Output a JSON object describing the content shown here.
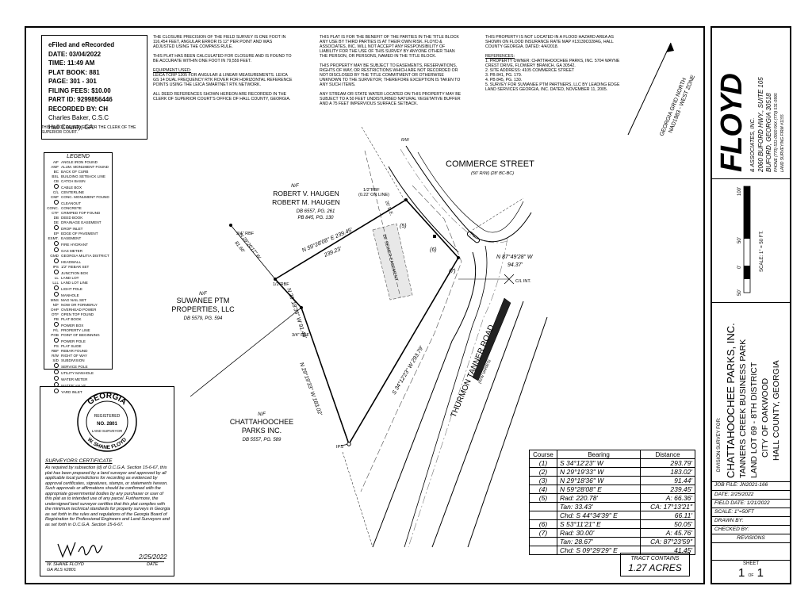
{
  "record_block": {
    "lines": [
      "eFiled and eRecorded",
      "DATE: 03/04/2022",
      "TIME: 11:49 AM",
      "PLAT BOOK: 881",
      "PAGE: 301 - 301",
      "FILING FEES: $10.00",
      "PART ID: 9299856446",
      "RECORDED BY: CH",
      "Charles Baker, C.S.C",
      "Hall County, GA"
    ],
    "clerk_note": "THIS BLOCK RESERVED FOR THE CLERK OF THE SUPERIOR COURT."
  },
  "notes": {
    "col1": [
      "THE CLOSURE PRECISION OF THE FIELD SURVEY IS ONE FOOT IN 116,454 FEET, ANGULAR ERROR IS 12\" PER POINT AND WAS ADJUSTED USING THE COMPASS RULE.",
      "THIS PLAT HAS BEEN CALCULATED FOR CLOSURE AND IS FOUND TO BE ACCURATE WITHIN ONE FOOT IN 79,559 FEET.",
      "EQUIPMENT USED:",
      "LEICA TCRP 1205 FOR ANGULAR & LINEAR MEASUREMENTS. LEICA GS 14 DUAL FREQUENCY RTK ROVER FOR HORIZONTAL REFERENCE POINTS USING THE LEICA SMARTNET RTK NETWORK.",
      "ALL DEED REFERENCES SHOWN HEREON ARE RECORDED IN THE CLERK OF SUPERIOR COURT'S OFFICE OF HALL COUNTY, GEORGIA."
    ],
    "col2": [
      "THIS PLAT IS FOR THE BENEFIT OF THE PARTIES IN THE TITLE BLOCK ANY USE BY THIRD PARTIES IS AT THEIR OWN RISK. FLOYD & ASSOCIATES, INC. WILL NOT ACCEPT ANY RESPONSIBILITY OF LIABILITY FOR THE USE OF THIS SURVEY BY ANYONE OTHER THAN THE PERSON, OR PERSONS, NAMED IN THE TITLE BLOCK.",
      "THIS PROPERTY MAY BE SUBJECT TO EASEMENTS, RESERVATIONS, RIGHTS OF WAY, OR RESTRICTIONS WHICH ARE NOT RECORDED OR NOT DISCLOSED BY THE TITLE COMMITMENT OR OTHERWISE UNKNOWN TO THE SURVEYOR; THEREFORE EXCEPTION IS TAKEN TO ANY SUCH ITEMS.",
      "ANY STREAM OR STATE WATER LOCATED ON THIS PROPERTY MAY BE SUBJECT TO A 50 FEET UNDISTURBED NATURAL VEGETATIVE BUFFER AND A 75 FEET IMPERVIOUS SURFACE SETBACK."
    ],
    "col3": [
      "THIS PROPERTY IS NOT LOCATED IN A FLOOD HAZARD AREA AS SHOWN ON FLOOD INSURANCE RATE MAP #13139C0284G, HALL COUNTY GEORGIA. DATED: 4/4/2018.",
      "REFERENCES:",
      "1. PROPERTY OWNER: CHATTAHOOCHEE PARKS, INC. 5704 WAYNE CREST DRIVE, FLOWERY BRANCH, GA 30542.",
      "2. SITE ADDRESS: 4105 COMMERCE STREET",
      "3. PB 841, PG. 179.",
      "4. PB 845, PG. 130.",
      "5. SURVEY FOR SUWANEE PTM PARTNERS, LLC BY LEADING EDGE LAND SERVICES GEORGIA, INC. DATED, NOVEMBER 11, 2005."
    ]
  },
  "legend": {
    "title": "LEGEND",
    "items": [
      [
        "AIF",
        "ANGLE IRON FOUND"
      ],
      [
        "AMF",
        "ALUM. MONUMENT FOUND"
      ],
      [
        "BC",
        "BACK OF CURB"
      ],
      [
        "BSL",
        "BUILDING SETBACK LINE"
      ],
      [
        "CB",
        "CATCH BASIN"
      ],
      [
        "",
        "CABLE BOX"
      ],
      [
        "C/L",
        "CENTERLINE"
      ],
      [
        "CMF",
        "CONC. MONUMENT FOUND"
      ],
      [
        "",
        "CLEANOUT"
      ],
      [
        "CONC.",
        "CONCRETE"
      ],
      [
        "CTF",
        "CRIMPED TOP FOUND"
      ],
      [
        "DB",
        "DEED BOOK"
      ],
      [
        "DE",
        "DRAINAGE EASEMENT"
      ],
      [
        "",
        "DROP INLET"
      ],
      [
        "EP",
        "EDGE OF PAVEMENT"
      ],
      [
        "ESMT.",
        "EASEMENT"
      ],
      [
        "",
        "FIRE HYDRANT"
      ],
      [
        "",
        "GAS METER"
      ],
      [
        "GMD",
        "GEORGIA MILITIA DISTRICT"
      ],
      [
        "",
        "HEADWALL"
      ],
      [
        "IPS",
        "1/2\" REBAR SET"
      ],
      [
        "",
        "JUNCTION BOX"
      ],
      [
        "LL",
        "LAND LOT"
      ],
      [
        "LLL",
        "LAND LOT LINE"
      ],
      [
        "",
        "LIGHT POLE"
      ],
      [
        "",
        "MANHOLE"
      ],
      [
        "MNS",
        "MAG NAIL SET"
      ],
      [
        "N/F",
        "NOW OR FORMERLY"
      ],
      [
        "OHP",
        "OVERHEAD POWER"
      ],
      [
        "OTF",
        "OPEN TOP FOUND"
      ],
      [
        "PB",
        "PLAT BOOK"
      ],
      [
        "",
        "POWER BOX"
      ],
      [
        "P/L",
        "PROPERTY LINE"
      ],
      [
        "POB",
        "POINT OF BEGINNING"
      ],
      [
        "",
        "POWER POLE"
      ],
      [
        "PS",
        "PLAT SLIDE"
      ],
      [
        "RBF",
        "REBAR FOUND"
      ],
      [
        "R/W",
        "RIGHT OF WAY"
      ],
      [
        "S/D",
        "SUBDIVISION"
      ],
      [
        "",
        "SERVICE POLE"
      ],
      [
        "",
        "UTILITY MANHOLE"
      ],
      [
        "",
        "WATER METER"
      ],
      [
        "",
        "WATER VALVE"
      ],
      [
        "",
        "YARD INLET"
      ]
    ]
  },
  "seal": {
    "top": "GEORGIA",
    "registered": "REGISTERED",
    "number": "NO. 2801",
    "land_surveyor": "LAND SURVEYOR",
    "name": "W. SHANE FLOYD"
  },
  "certificate": {
    "title": "SURVEYORS CERTIFICATE",
    "text": "As required by subsection (d) of O.C.G.A. Section 15-6-67, this plat has been prepared by a land surveyor and approved by all applicable local jurisdictions for recording as evidenced by approval certificates, signatures, stamps, or statements hereon. Such approvals or affirmations should be confirmed with the appropriate governmental bodies by any purchaser or user of this plat as to intended use of any parcel. Furthermore, the undersigned land surveyor certifies that this plat complies with the minimum technical standards for property surveys in Georgia as set forth in the rules and regulations of the Georgia Board of Registration for Professional Engineers and Land Surveyors and as set forth in O.C.G.A. Section 15-6-67.",
    "signature": "W. Shane Floyd",
    "date": "2/25/2022",
    "name": "W. SHANE FLOYD",
    "rls": "GA RLS #2801",
    "date_label": "DATE"
  },
  "plat": {
    "grid_north_1": "GEORGIA GRID NORTH",
    "grid_north_2": "NAD1983 - WEST ZONE",
    "commerce_street": "COMMERCE STREET",
    "commerce_rw": "(50' R/W) (28' BC-BC)",
    "thurmon_road": "THURMON TANNER ROAD",
    "thurmon_rw": "(R/W VARIES)",
    "haugen_nf": "N/F",
    "haugen_1": "ROBERT V. HAUGEN",
    "haugen_2": "ROBERT M. HAUGEN",
    "haugen_db": "DB 6557, PG. 261",
    "haugen_pb": "PB 845, PG. 130",
    "suwanee_nf": "N/F",
    "suwanee_1": "SUWANEE PTM",
    "suwanee_2": "PROPERTIES, LLC",
    "suwanee_db": "DB 5579, PG. 594",
    "chatt_nf": "N/F",
    "chatt_1": "CHATTAHOOCHEE",
    "chatt_2": "PARKS INC.",
    "chatt_db": "DB 5557, PG. 589",
    "brg1": "S 34°12'23\" W  293.79'",
    "brg2": "N 29°19'33\" W  183.02'",
    "brg3": "N 29°18'36\" W  91.44'",
    "brg4a": "N 59°28'08\" E  239.45'",
    "brg4b": "239.23'",
    "brg_nw": "N 29°20'17\" W",
    "brg_nw_dist": "81.60'",
    "tie": "N 87°49'28\" W",
    "tie_dist": "94.37'",
    "ci_int": "C/L INT.",
    "rbf_half": "1/2\"RBF",
    "rbf_half_note": "(0.22' ON LINE)",
    "rbf_34_a": "3/4\" RBF",
    "rbf_34_b": "3/4\" RBF",
    "rbf_half_b": "1/2\"RBF",
    "ips": "IPS",
    "sewer": "20' SEWER EASEMENT",
    "de": "20' D.E.",
    "c5": "(5)",
    "c6": "(6)",
    "c7": "(7)",
    "rw": "R/W"
  },
  "course_table": {
    "headers": [
      "Course",
      "Bearing",
      "Distance"
    ],
    "rows": [
      [
        "(1)",
        "S 34°12'23\" W",
        "293.79'"
      ],
      [
        "(2)",
        "N 29°19'33\" W",
        "183.02'"
      ],
      [
        "(3)",
        "N 29°18'36\" W",
        "91.44'"
      ],
      [
        "(4)",
        "N 59°28'08\" E",
        "239.45'"
      ],
      [
        "(5)",
        "Rad: 220.78'",
        "A: 66.36'"
      ],
      [
        "",
        "Tan: 33.43'",
        "CA: 17°13'21\""
      ],
      [
        "",
        "Chd: S 44°34'39\" E",
        "66.11'"
      ],
      [
        "(6)",
        "S 53°11'21\" E",
        "50.05'"
      ],
      [
        "(7)",
        "Rad: 30.00'",
        "A: 45.76'"
      ],
      [
        "",
        "Tan: 28.67'",
        "CA: 87°23'59\""
      ],
      [
        "",
        "Chd: S 09°29'29\" E",
        "41.45'"
      ]
    ]
  },
  "tract": {
    "label": "TRACT CONTAINS",
    "value": "1.27 ACRES"
  },
  "title_block": {
    "logo": "FLOYD",
    "logo_sub": "& ASSOCIATES, INC.",
    "address_1": "2060 BUFORD HWY., SUITE 105",
    "address_2": "BUFORD, GEORGIA 30518",
    "phone": "PHONE (770) 531-0900   FAX (770) 531-0995",
    "firm": "LAND SURVEYING FIRM #1155",
    "scale_0": "0'",
    "scale_50": "50'",
    "scale_100": "100'",
    "scale_50b": "50'",
    "scale_text": "SCALE: 1\" = 50 FT.",
    "survey_for": "DIVISION SURVEY FOR:",
    "client": "CHATTAHOOCHEE PARKS, INC.",
    "project": "TANNERS CREEK BUSINESS PARK",
    "land_lot": "LAND LOT 69 - 8TH DISTRICT",
    "city": "CITY OF OAKWOOD",
    "county": "HALL COUNTY, GEORGIA",
    "job_file": "JOB FILE: JN2021-166",
    "date": "DATE: 2/25/2022",
    "field_date": "FIELD DATE: 1/21/2022",
    "scale": "SCALE: 1\"=50FT",
    "drawn_by": "DRAWN BY:",
    "checked_by": "CHECKED BY:",
    "revisions": "REVISIONS",
    "sheet_label": "SHEET",
    "sheet_num": "1",
    "sheet_of": "OF",
    "sheet_total": "1"
  }
}
